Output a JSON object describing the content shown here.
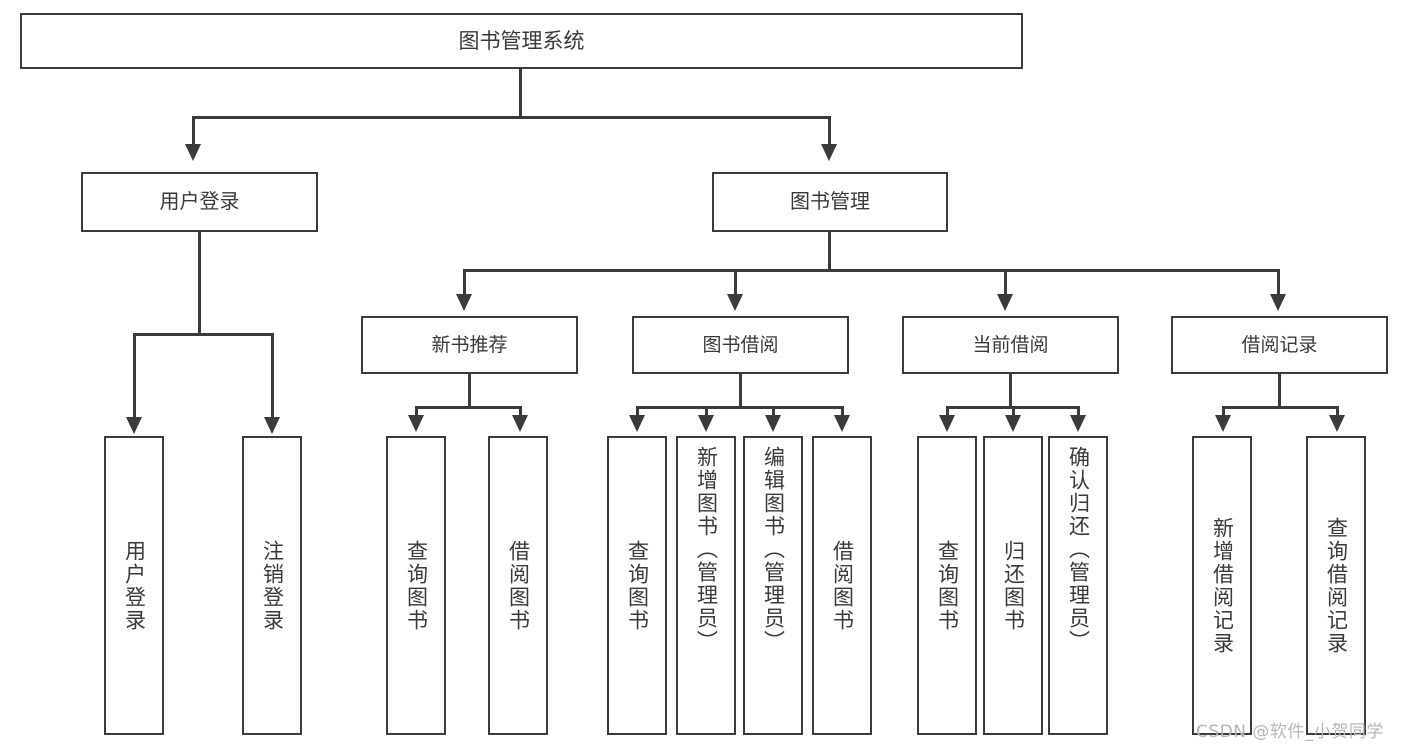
{
  "diagram": {
    "type": "tree",
    "title": "图书管理系统",
    "root": {
      "id": "root",
      "label": "图书管理系统",
      "level": 0
    },
    "level1": [
      {
        "id": "user-login",
        "label": "用户登录"
      },
      {
        "id": "book-manage",
        "label": "图书管理"
      }
    ],
    "level2": [
      {
        "id": "new-book-recommend",
        "label": "新书推荐",
        "parent": "book-manage"
      },
      {
        "id": "book-borrow",
        "label": "图书借阅",
        "parent": "book-manage"
      },
      {
        "id": "current-borrow",
        "label": "当前借阅",
        "parent": "book-manage"
      },
      {
        "id": "borrow-record",
        "label": "借阅记录",
        "parent": "book-manage"
      }
    ],
    "leaves": {
      "user_login": [
        {
          "id": "leaf-user-login",
          "label": "用户登录"
        },
        {
          "id": "leaf-user-logout",
          "label": "注销登录"
        }
      ],
      "new_book_recommend": [
        {
          "id": "leaf-query-book-1",
          "label": "查询图书"
        },
        {
          "id": "leaf-borrow-book-1",
          "label": "借阅图书"
        }
      ],
      "book_borrow": [
        {
          "id": "leaf-query-book-2",
          "label": "查询图书"
        },
        {
          "id": "leaf-add-book",
          "label": "新增图书（管理员）"
        },
        {
          "id": "leaf-edit-book",
          "label": "编辑图书（管理员）"
        },
        {
          "id": "leaf-borrow-book-2",
          "label": "借阅图书"
        }
      ],
      "current_borrow": [
        {
          "id": "leaf-query-book-3",
          "label": "查询图书"
        },
        {
          "id": "leaf-return-book",
          "label": "归还图书"
        },
        {
          "id": "leaf-confirm-return",
          "label": "确认归还（管理员）"
        }
      ],
      "borrow_record": [
        {
          "id": "leaf-add-record",
          "label": "新增借阅记录"
        },
        {
          "id": "leaf-query-record",
          "label": "查询借阅记录"
        }
      ]
    }
  },
  "watermark": {
    "text": "CSDN @软件_小贺同学"
  },
  "colors": {
    "stroke": "#3b3b3b",
    "text": "#3a3a3a",
    "background": "#ffffff",
    "watermark": "#b6b6b6"
  }
}
